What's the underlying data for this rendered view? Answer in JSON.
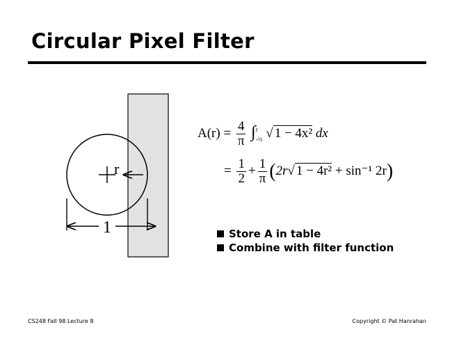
{
  "title": "Circular Pixel Filter",
  "diagram": {
    "radius_label": "r",
    "width_label": "1"
  },
  "formula": {
    "lhs": "A(r) =",
    "f1_num": "4",
    "f1_den": "π",
    "integral": "∫",
    "upper": "r",
    "lower": "-½",
    "sqrt1": "1 − 4x²",
    "dx": "dx",
    "eq": "=",
    "f2_num": "1",
    "f2_den": "2",
    "plus": "+",
    "f3_num": "1",
    "f3_den": "π",
    "paren_open": "(",
    "term1": "2r",
    "sqrt2": "1 − 4r²",
    "term2": "+ sin⁻¹ 2r",
    "paren_close": ")"
  },
  "bullets": [
    "Store A in table",
    "Combine with filter function"
  ],
  "footer": {
    "left": "CS248 Fall 98 Lecture 8",
    "right": "Copyright © Pat Hanrahan"
  }
}
